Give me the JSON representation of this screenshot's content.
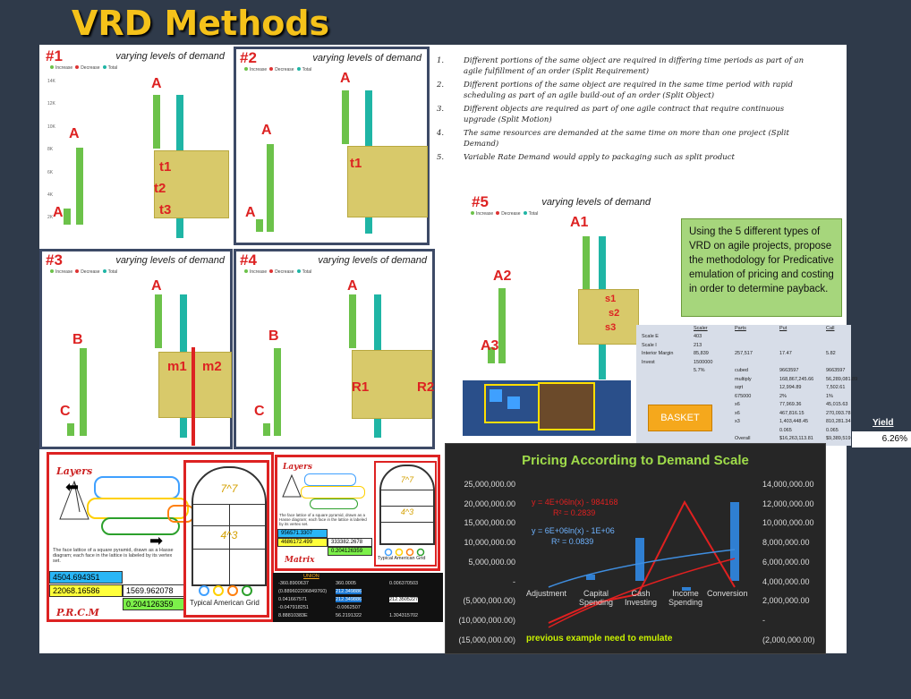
{
  "title": "VRD Methods",
  "panels": [
    {
      "num": "#1",
      "title": "varying levels of demand",
      "labels": [
        "A",
        "A",
        "A"
      ],
      "tlabels": [
        "t1",
        "t2",
        "t3"
      ]
    },
    {
      "num": "#2",
      "title": "varying levels of demand",
      "labels": [
        "A",
        "A",
        "A"
      ],
      "tlabels": [
        "t1"
      ]
    },
    {
      "num": "#3",
      "title": "varying levels of demand",
      "labels": [
        "A",
        "B",
        "C"
      ],
      "tlabels": [
        "m1",
        "m2"
      ]
    },
    {
      "num": "#4",
      "title": "varying levels of demand",
      "labels": [
        "A",
        "B",
        "C"
      ],
      "tlabels": [
        "R1",
        "R2"
      ]
    },
    {
      "num": "#5",
      "title": "varying levels of demand",
      "labels": [
        "A1",
        "A2",
        "A3"
      ],
      "tlabels": [
        "s1",
        "s2",
        "s3"
      ]
    }
  ],
  "legend": {
    "increase": "Increase",
    "decrease": "Decrease",
    "total": "Total"
  },
  "yticks": [
    "14K",
    "12K",
    "10K",
    "8K",
    "6K",
    "4K",
    "2K"
  ],
  "list": [
    {
      "n": "1.",
      "text": "Different portions of the same object are required in differing time periods as part of an agile fulfillment of an order (Split Requirement)"
    },
    {
      "n": "2.",
      "text": "Different portions of the same object are required in the same time period with rapid scheduling as part of an agile build-out of an order (Split Object)"
    },
    {
      "n": "3.",
      "text": "Different objects are required as part of one agile contract that require continuous upgrade (Split Motion)"
    },
    {
      "n": "4.",
      "text": "The same resources are demanded at the same time on more than one project (Split Demand)"
    },
    {
      "n": "5.",
      "text": "Variable Rate Demand would apply to packaging such as split product"
    }
  ],
  "greenbox": "Using the 5 different types of VRD on agile projects, propose the methodology for Predicative emulation of pricing and costing in order to determine payback.",
  "table": {
    "headers": [
      "Scaler",
      "Parts",
      "Put",
      "Call"
    ],
    "rows": [
      [
        "Scale E",
        "403",
        "",
        "",
        ""
      ],
      [
        "Scale I",
        "213",
        "",
        "",
        ""
      ],
      [
        "Interior Margin",
        "85,839",
        "257,517",
        "17.47",
        "5.82"
      ],
      [
        "Invest",
        "1500000",
        "",
        "",
        ""
      ],
      [
        "",
        "5.7%",
        "cubed",
        "9663597",
        "9663597"
      ],
      [
        "",
        "",
        "multiply",
        "168,867,245.66",
        "56,289,081.89"
      ],
      [
        "",
        "",
        "sqrt",
        "12,994.89",
        "7,502.61"
      ],
      [
        "",
        "",
        "675000",
        "2%",
        "1%"
      ],
      [
        "",
        "",
        "x6",
        "77,969.36",
        "45,015.63"
      ],
      [
        "",
        "",
        "x6",
        "467,816.15",
        "270,093.78"
      ],
      [
        "",
        "",
        "x3",
        "1,403,448.45",
        "810,281.34"
      ],
      [
        "",
        "",
        "",
        "0.065",
        "0.065"
      ],
      [
        "",
        "",
        "Overall",
        "$16,263,113.81",
        "$9,389,519.14"
      ]
    ]
  },
  "basket": "BASKET",
  "yield": {
    "label": "Yield",
    "value": "6.26%"
  },
  "chart": {
    "title": "Pricing According to Demand Scale",
    "left_ticks": [
      "25,000,000.00",
      "20,000,000.00",
      "15,000,000.00",
      "10,000,000.00",
      "5,000,000.00",
      "-",
      "(5,000,000.00)",
      "(10,000,000.00)",
      "(15,000,000.00)"
    ],
    "right_ticks": [
      "14,000,000.00",
      "12,000,000.00",
      "10,000,000.00",
      "8,000,000.00",
      "6,000,000.00",
      "4,000,000.00",
      "2,000,000.00",
      "-",
      "(2,000,000.00)"
    ],
    "categories": [
      "Adjustment",
      "Capital Spending",
      "Cash Investing",
      "Income Spending",
      "Conversion"
    ],
    "eq1": "y = 4E+06ln(x) - 984168",
    "eq1r": "R² = 0.2839",
    "eq2": "y = 6E+06ln(x) - 1E+06",
    "eq2r": "R² = 0.0839",
    "footer": "previous example need to emulate"
  },
  "layers": {
    "title": "Layers",
    "caption": "The face lattice of a square pyramid, drawn as a Hasse diagram; each face in the lattice is labeled by its vertex set.",
    "v1": "4504.694351",
    "v2": "22068.16586",
    "v3": "1569.962078",
    "v4": "0.204126359",
    "grid": "Typical American Grid",
    "arch_top": "7^7",
    "arch_mid": "4^3",
    "footer": "P.R.C.M"
  },
  "layers2": {
    "title": "Layers",
    "caption": "The face lattice of a square pyramid, drawn as a Hasse diagram; each face in the lattice is labeled by its vertex set.",
    "v1": "956571.3307",
    "v2": "4686172.499",
    "v3": "333382.2678",
    "v4": "0.204126359",
    "grid": "Typical American Grid",
    "arch_top": "7^7",
    "arch_mid": "4^3",
    "matrix": "Matrix"
  },
  "union": {
    "title": "UNION",
    "rows": [
      [
        "-360.8900637",
        "360.0005",
        "0.006370503"
      ],
      [
        "(0.889602206849760)",
        "212.349886",
        ""
      ],
      [
        "0.041667571",
        "212.349886",
        "212.3505227"
      ],
      [
        "-0.047918251",
        "-0.0062507",
        ""
      ],
      [
        "8.88810383E",
        "56.2191322",
        "1.304315702"
      ]
    ]
  }
}
